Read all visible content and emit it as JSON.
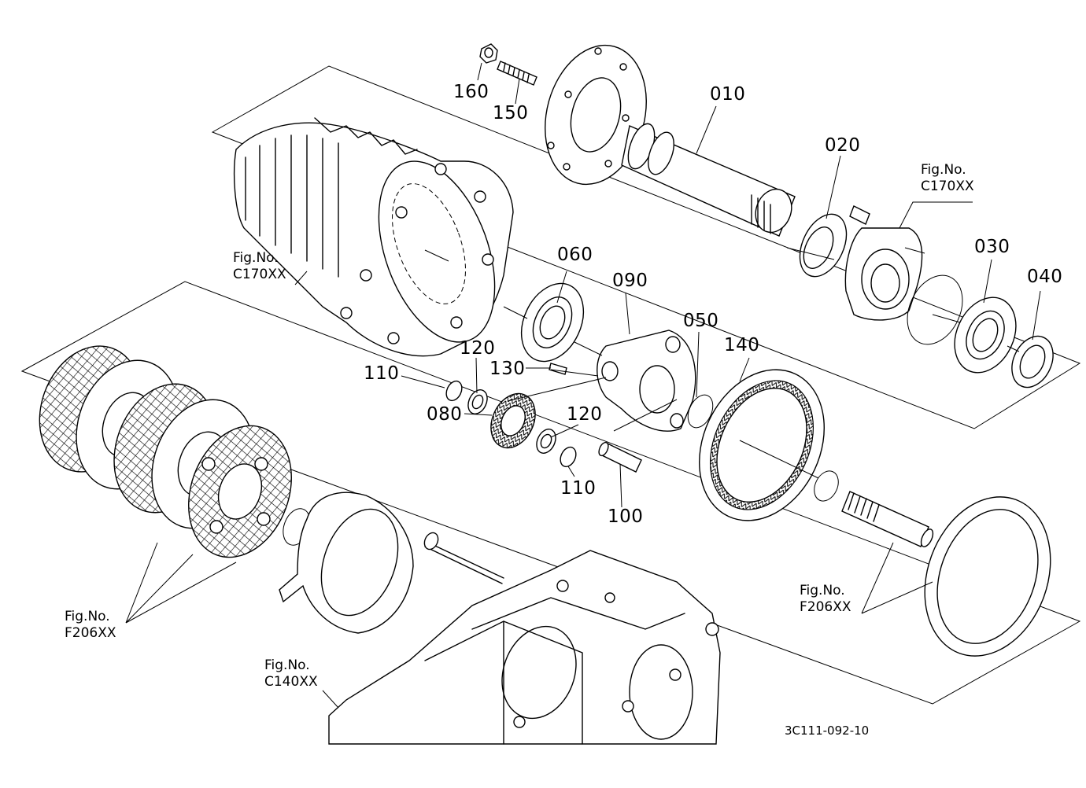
{
  "diagram": {
    "parts": [
      "010",
      "020",
      "030",
      "040",
      "050",
      "060",
      "080",
      "090",
      "100",
      "110",
      "110",
      "120",
      "120",
      "130",
      "140",
      "150",
      "160"
    ],
    "figure_refs": [
      {
        "line1": "Fig.No.",
        "line2": "C170XX"
      },
      {
        "line1": "Fig.No.",
        "line2": "C170XX"
      },
      {
        "line1": "Fig.No.",
        "line2": "F206XX"
      },
      {
        "line1": "Fig.No.",
        "line2": "F206XX"
      },
      {
        "line1": "Fig.No.",
        "line2": "C140XX"
      }
    ],
    "drawing_code": "3C111-092-10"
  }
}
